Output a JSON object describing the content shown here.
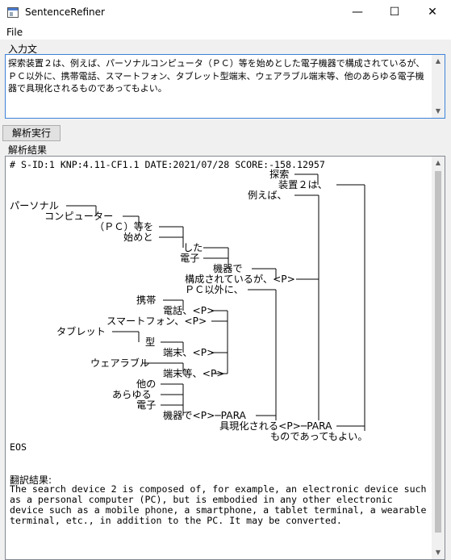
{
  "window": {
    "title": "SentenceRefiner",
    "minimize_glyph": "—",
    "maximize_glyph": "☐",
    "close_glyph": "✕"
  },
  "menu": {
    "file": "File"
  },
  "input": {
    "label": "入力文",
    "text": "探索装置２は、例えば、パーソナルコンピュータ（ＰＣ）等を始めとした電子機器で構成されているが、ＰＣ以外に、携帯電話、スマートフォン、タブレット型端末、ウェアラブル端末等、他のあらゆる電子機器で具現化されるものであってもよい。"
  },
  "analyze_button": "解析実行",
  "result": {
    "label": "解析結果",
    "header": "# S-ID:1 KNP:4.11-CF1.1 DATE:2021/07/28 SCORE:-158.12957",
    "tree_words": [
      "探索──┐",
      "装置２は、──┐",
      "例えば、──┤",
      "パーソナル──┐",
      "コンピューター──┐",
      "（ＰＣ）等を──┐",
      "始めと──┐",
      "した──┐",
      "電子──┐",
      "機器で──┐",
      "構成されているが、<P>──┤",
      "ＰＣ以外に、──┐",
      "携帯──┐",
      "電話、<P>──┤",
      "スマートフォン、<P>──┤",
      "タブレット──┐",
      "型──┐",
      "端末、<P>──┤",
      "ウェアラブル──┐",
      "端末等、<P>──┤",
      "他の──┐",
      "あらゆる──┤",
      "電子──┐",
      "機器で<P>─PARA──┐",
      "具現化される<P>─PARA──┐",
      "ものであってもよい。"
    ],
    "eos": "EOS",
    "translation_label": "翻訳結果:",
    "translation": "The search device 2 is composed of, for example, an electronic device such\nas a personal computer (PC), but is embodied in any other electronic\ndevice such as a mobile phone, a smartphone, a tablet terminal, a wearable\nterminal, etc., in addition to the PC. It may be converted."
  }
}
